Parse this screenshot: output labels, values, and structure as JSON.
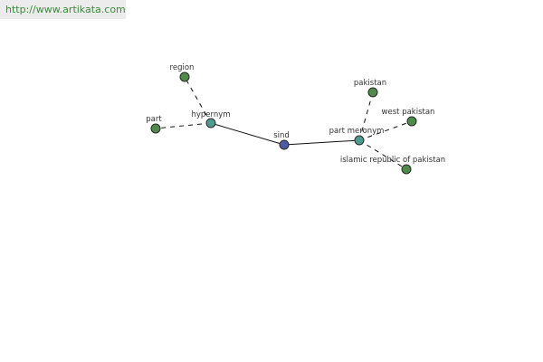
{
  "header": {
    "url": "http://www.artikata.com"
  },
  "graph": {
    "colors": {
      "center": "#4c5aa8",
      "relation": "#4f9a8e",
      "leaf": "#4e8a48",
      "edge": "#111111"
    },
    "center": {
      "label": "sind"
    },
    "relations": [
      {
        "id": "hypernym",
        "label": "hypernym",
        "leaves": [
          {
            "label": "region"
          },
          {
            "label": "part"
          }
        ]
      },
      {
        "id": "part-meronym",
        "label": "part meronym",
        "leaves": [
          {
            "label": "pakistan"
          },
          {
            "label": "west pakistan"
          },
          {
            "label": "islamic republic of pakistan"
          }
        ]
      }
    ]
  }
}
